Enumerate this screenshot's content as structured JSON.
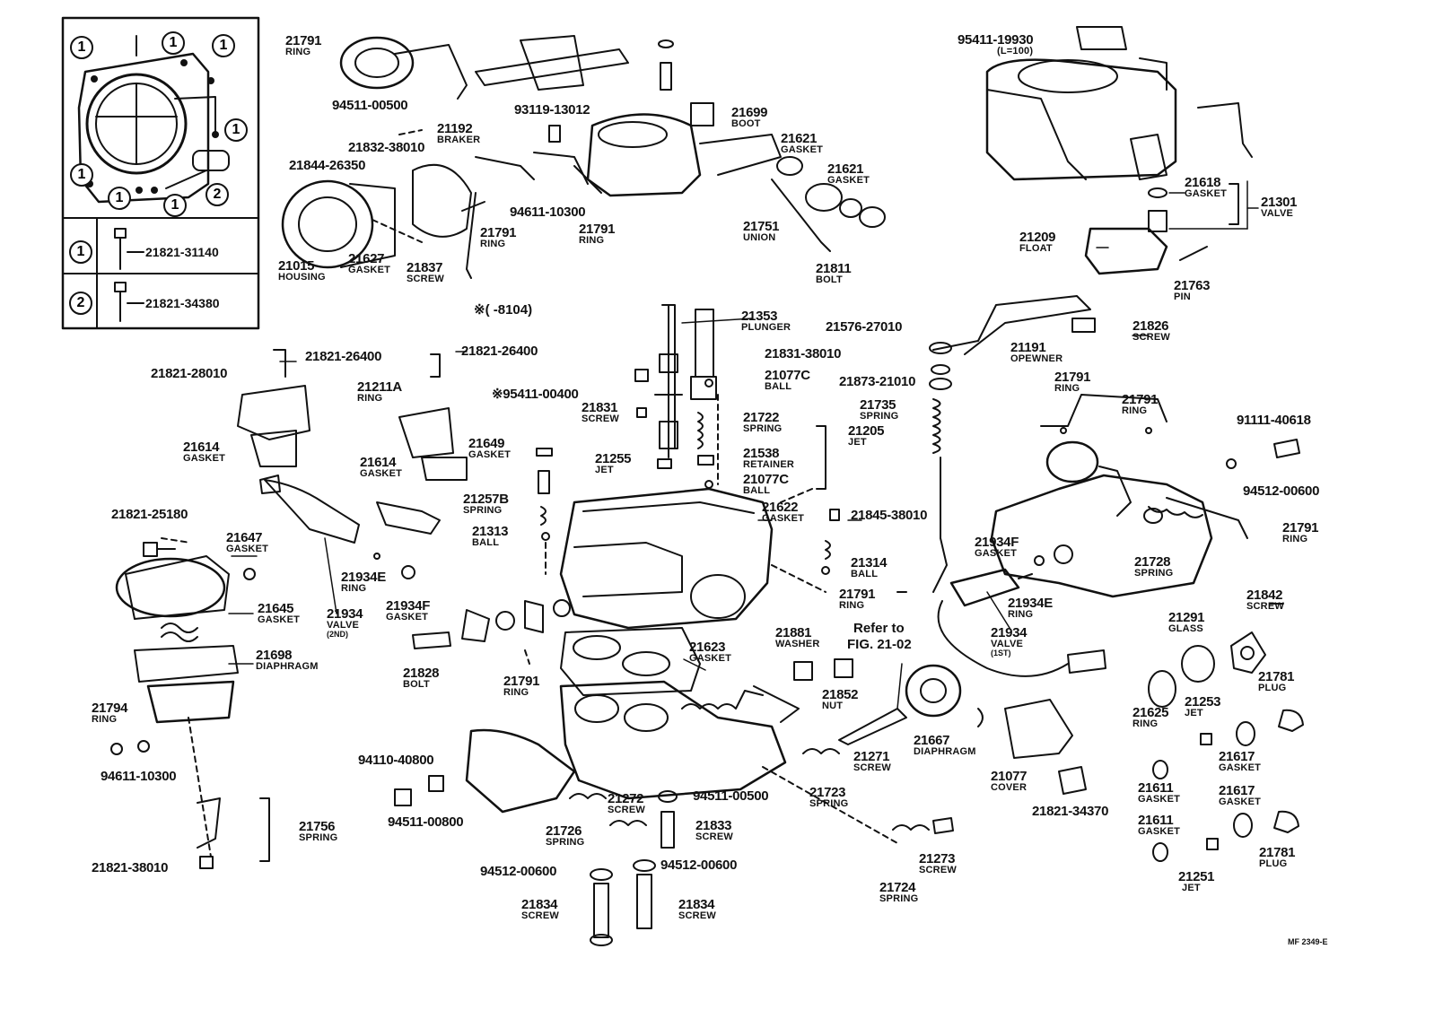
{
  "diagram": {
    "code": "MF 2349-E",
    "note": "※(      -8104)",
    "refer": [
      "Refer to",
      "FIG. 21-02"
    ],
    "inset": {
      "callout_1": "1",
      "callout_2": "2",
      "row1_part": "21821-31140",
      "row2_part": "21821-34380"
    },
    "labels": [
      {
        "id": "l01",
        "num": "21791",
        "name": "RING"
      },
      {
        "id": "l02",
        "num": "94511-00500",
        "name": ""
      },
      {
        "id": "l03",
        "num": "21192",
        "name": "BRAKER"
      },
      {
        "id": "l04",
        "num": "93119-13012",
        "name": ""
      },
      {
        "id": "l05",
        "num": "21699",
        "name": "BOOT"
      },
      {
        "id": "l06",
        "num": "21621",
        "name": "GASKET"
      },
      {
        "id": "l07",
        "num": "21621",
        "name": "GASKET"
      },
      {
        "id": "l08",
        "num": "21832-38010",
        "name": ""
      },
      {
        "id": "l09",
        "num": "21844-26350",
        "name": ""
      },
      {
        "id": "l10",
        "num": "94611-10300",
        "name": ""
      },
      {
        "id": "l11",
        "num": "21791",
        "name": "RING"
      },
      {
        "id": "l12",
        "num": "21791",
        "name": "RING"
      },
      {
        "id": "l13",
        "num": "21751",
        "name": "UNION"
      },
      {
        "id": "l14",
        "num": "21015",
        "name": "HOUSING"
      },
      {
        "id": "l15",
        "num": "21627",
        "name": "GASKET"
      },
      {
        "id": "l16",
        "num": "21837",
        "name": "SCREW"
      },
      {
        "id": "l17",
        "num": "21811",
        "name": "BOLT"
      },
      {
        "id": "l18",
        "num": "95411-19930",
        "name": "(L=100)"
      },
      {
        "id": "l19",
        "num": "21618",
        "name": "GASKET"
      },
      {
        "id": "l20",
        "num": "21301",
        "name": "VALVE"
      },
      {
        "id": "l21",
        "num": "21209",
        "name": "FLOAT"
      },
      {
        "id": "l22",
        "num": "21763",
        "name": "PIN"
      },
      {
        "id": "l23",
        "num": "21353",
        "name": "PLUNGER"
      },
      {
        "id": "l24",
        "num": "21576-27010",
        "name": ""
      },
      {
        "id": "l25",
        "num": "21826",
        "name": "SCREW"
      },
      {
        "id": "l26",
        "num": "21191",
        "name": "OPEWNER"
      },
      {
        "id": "l27",
        "num": "21831-38010",
        "name": ""
      },
      {
        "id": "l28",
        "num": "21077C",
        "name": "BALL"
      },
      {
        "id": "l29",
        "num": "21873-21010",
        "name": ""
      },
      {
        "id": "l30",
        "num": "21791",
        "name": "RING"
      },
      {
        "id": "l31",
        "num": "21791",
        "name": "RING"
      },
      {
        "id": "l32",
        "num": "21821-26400",
        "name": ""
      },
      {
        "id": "l33",
        "num": "21821-26400",
        "name": ""
      },
      {
        "id": "l34",
        "num": "21821-28010",
        "name": ""
      },
      {
        "id": "l35",
        "num": "21211A",
        "name": "RING"
      },
      {
        "id": "l36",
        "num": "※95411-00400",
        "name": ""
      },
      {
        "id": "l37",
        "num": "21831",
        "name": "SCREW"
      },
      {
        "id": "l38",
        "num": "21722",
        "name": "SPRING"
      },
      {
        "id": "l39",
        "num": "21735",
        "name": "SPRING"
      },
      {
        "id": "l40",
        "num": "91111-40618",
        "name": ""
      },
      {
        "id": "l41",
        "num": "21614",
        "name": "GASKET"
      },
      {
        "id": "l42",
        "num": "21614",
        "name": "GASKET"
      },
      {
        "id": "l43",
        "num": "21649",
        "name": "GASKET"
      },
      {
        "id": "l44",
        "num": "21255",
        "name": "JET"
      },
      {
        "id": "l45",
        "num": "21538",
        "name": "RETAINER"
      },
      {
        "id": "l46",
        "num": "21205",
        "name": "JET"
      },
      {
        "id": "l47",
        "num": "21077C",
        "name": "BALL"
      },
      {
        "id": "l48",
        "num": "94512-00600",
        "name": ""
      },
      {
        "id": "l49",
        "num": "21257B",
        "name": "SPRING"
      },
      {
        "id": "l50",
        "num": "21622",
        "name": "GASKET"
      },
      {
        "id": "l51",
        "num": "21845-38010",
        "name": ""
      },
      {
        "id": "l52",
        "num": "21821-25180",
        "name": ""
      },
      {
        "id": "l53",
        "num": "21647",
        "name": "GASKET"
      },
      {
        "id": "l54",
        "num": "21313",
        "name": "BALL"
      },
      {
        "id": "l55",
        "num": "21791",
        "name": "RING"
      },
      {
        "id": "l56",
        "num": "21934F",
        "name": "GASKET"
      },
      {
        "id": "l57",
        "num": "21728",
        "name": "SPRING"
      },
      {
        "id": "l58",
        "num": "21314",
        "name": "BALL"
      },
      {
        "id": "l59",
        "num": "21934E",
        "name": "RING"
      },
      {
        "id": "l60",
        "num": "21934F",
        "name": "GASKET"
      },
      {
        "id": "l61",
        "num": "21645",
        "name": "GASKET"
      },
      {
        "id": "l62",
        "num": "21934",
        "name": "VALVE",
        "sub": "(2ND)"
      },
      {
        "id": "l63",
        "num": "21791",
        "name": "RING"
      },
      {
        "id": "l64",
        "num": "21934E",
        "name": "RING"
      },
      {
        "id": "l65",
        "num": "21842",
        "name": "SCREW"
      },
      {
        "id": "l66",
        "num": "21291",
        "name": "GLASS"
      },
      {
        "id": "l67",
        "num": "21934",
        "name": "VALVE",
        "sub": "(1ST)"
      },
      {
        "id": "l68",
        "num": "21698",
        "name": "DIAPHRAGM"
      },
      {
        "id": "l69",
        "num": "21828",
        "name": "BOLT"
      },
      {
        "id": "l70",
        "num": "21623",
        "name": "GASKET"
      },
      {
        "id": "l71",
        "num": "21881",
        "name": "WASHER"
      },
      {
        "id": "l72",
        "num": "21791",
        "name": "RING"
      },
      {
        "id": "l73",
        "num": "21852",
        "name": "NUT"
      },
      {
        "id": "l74",
        "num": "21781",
        "name": "PLUG"
      },
      {
        "id": "l75",
        "num": "21794",
        "name": "RING"
      },
      {
        "id": "l76",
        "num": "21625",
        "name": "RING"
      },
      {
        "id": "l77",
        "num": "21253",
        "name": "JET"
      },
      {
        "id": "l78",
        "num": "94611-10300",
        "name": ""
      },
      {
        "id": "l79",
        "num": "21271",
        "name": "SCREW"
      },
      {
        "id": "l80",
        "num": "21667",
        "name": "DIAPHRAGM"
      },
      {
        "id": "l81",
        "num": "21617",
        "name": "GASKET"
      },
      {
        "id": "l82",
        "num": "21077",
        "name": "COVER"
      },
      {
        "id": "l83",
        "num": "21611",
        "name": "GASKET"
      },
      {
        "id": "l84",
        "num": "21723",
        "name": "SPRING"
      },
      {
        "id": "l85",
        "num": "94110-40800",
        "name": ""
      },
      {
        "id": "l86",
        "num": "21272",
        "name": "SCREW"
      },
      {
        "id": "l87",
        "num": "94511-00500",
        "name": ""
      },
      {
        "id": "l88",
        "num": "21821-34370",
        "name": ""
      },
      {
        "id": "l89",
        "num": "21617",
        "name": "GASKET"
      },
      {
        "id": "l90",
        "num": "21611",
        "name": "GASKET"
      },
      {
        "id": "l91",
        "num": "94511-00800",
        "name": ""
      },
      {
        "id": "l92",
        "num": "21726",
        "name": "SPRING"
      },
      {
        "id": "l93",
        "num": "21833",
        "name": "SCREW"
      },
      {
        "id": "l94",
        "num": "21756",
        "name": "SPRING"
      },
      {
        "id": "l95",
        "num": "21273",
        "name": "SCREW"
      },
      {
        "id": "l96",
        "num": "21781",
        "name": "PLUG"
      },
      {
        "id": "l97",
        "num": "21821-38010",
        "name": ""
      },
      {
        "id": "l98",
        "num": "94512-00600",
        "name": ""
      },
      {
        "id": "l99",
        "num": "94512-00600",
        "name": ""
      },
      {
        "id": "l100",
        "num": "21724",
        "name": "SPRING"
      },
      {
        "id": "l101",
        "num": "21251",
        "name": "JET"
      },
      {
        "id": "l102",
        "num": "21834",
        "name": "SCREW"
      },
      {
        "id": "l103",
        "num": "21834",
        "name": "SCREW"
      }
    ]
  }
}
